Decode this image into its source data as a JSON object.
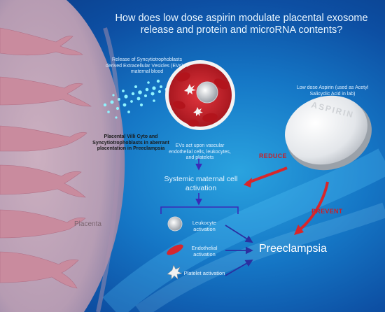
{
  "title": "How does low dose aspirin modulate placental exosome release and protein and microRNA contents?",
  "release_label": "Release of Syncytiotrophoblasts derived Extracellular Vesicles (EVs) in maternal blood",
  "villi_label": "Placental Villi Cyto and Syncytiotrophoblasts in aberrant placentation in Preeclampsia",
  "placenta_label": "Placenta",
  "evs_act_label": "EVs act upon vascular endothelial cells, leukocytes, and platelets",
  "aspirin_caption": "Low dose Aspirin (used as Acetyl Salicyclic Acid in lab)",
  "aspirin_stamp": "ASPIRIN",
  "reduce_label": "REDUCE",
  "prevent_label": "PREVENT",
  "systemic_label": "Systemic maternal cell activation",
  "leukocyte_label": "Leukocyte activation",
  "endothelial_label": "Endothelial activation",
  "platelet_label": "Platelet activation",
  "outcome_label": "Preeclampsia",
  "colors": {
    "reduce_prevent": "#c8202a",
    "placenta": "#c98b9e",
    "vessel": "#c8202a",
    "arrows": "#3a2ab8"
  }
}
